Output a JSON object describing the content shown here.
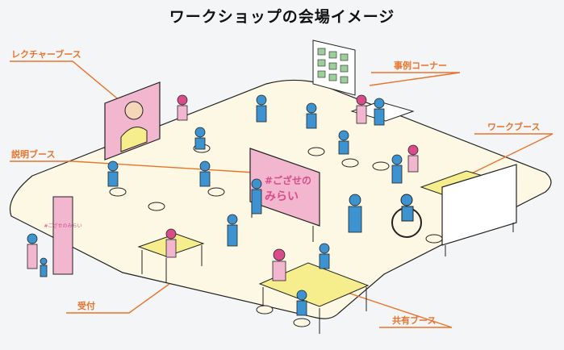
{
  "title": "ワークショップの会場イメージ",
  "labels": {
    "lecture": "レクチャーブース",
    "case": "事例コーナー",
    "explain": "説明ブース",
    "work": "ワークブース",
    "reception": "受付",
    "shared": "共有ブース"
  },
  "signs": {
    "board_line1": "#ござせの",
    "board_line2": "みらい",
    "banner": "#ござせのみらい"
  },
  "colors": {
    "accent": "#e8742c",
    "floor": "#fdf8e3",
    "table": "#f6ee8d",
    "pink": "#f2b6cf",
    "magenta": "#d94c8a",
    "blue": "#3d93cf"
  }
}
